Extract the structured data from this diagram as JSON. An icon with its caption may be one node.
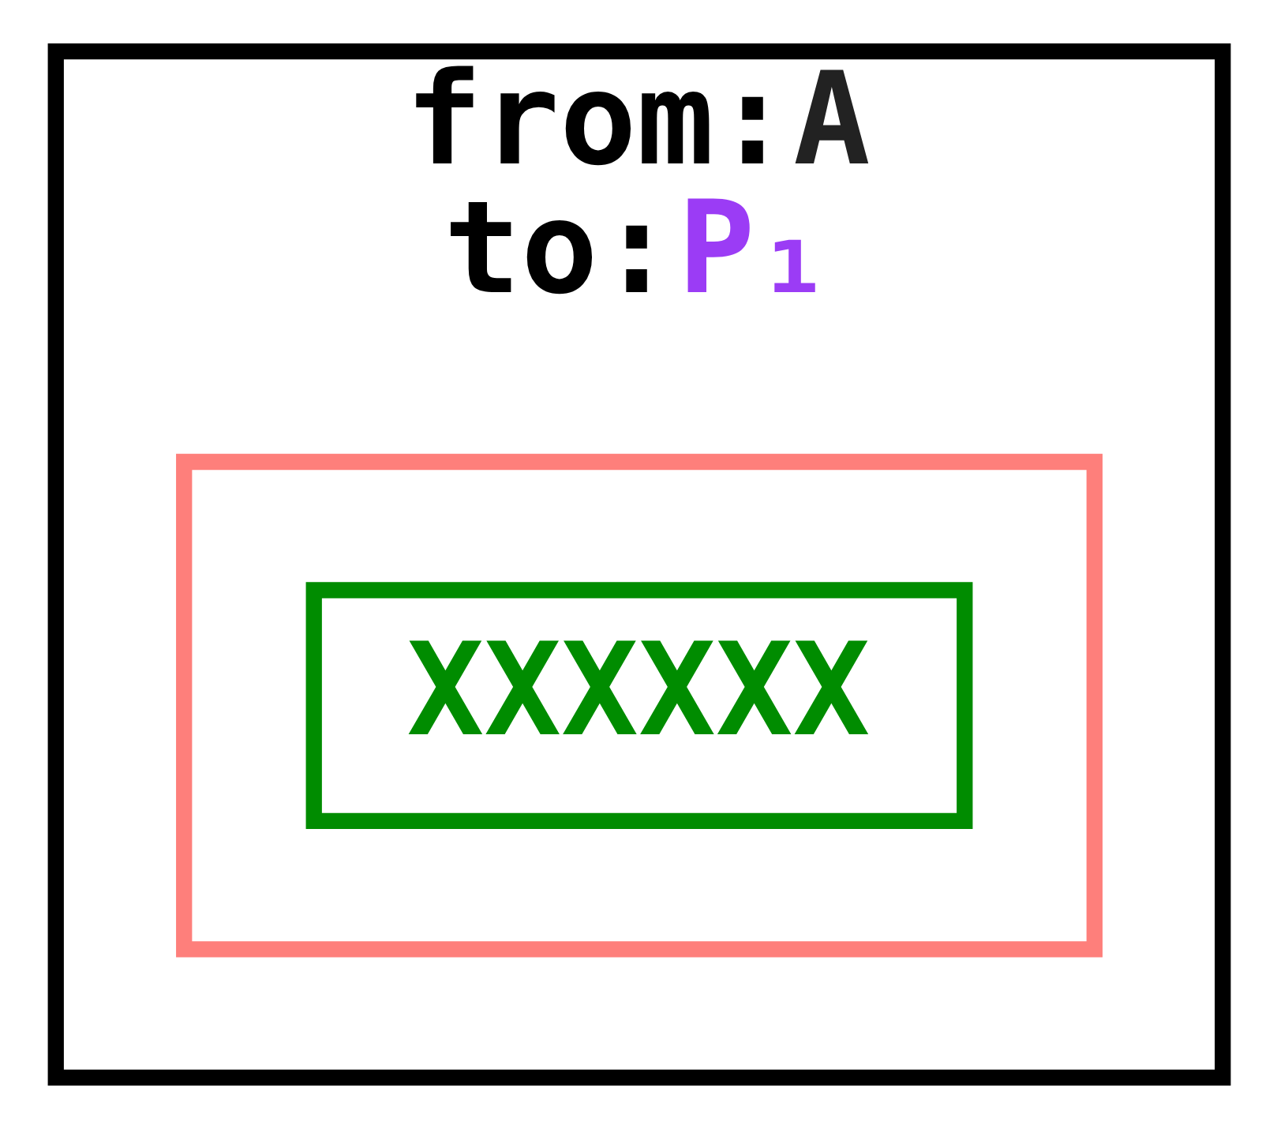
{
  "diagram": {
    "nodes": [
      {
        "text": [
          "from:A",
          "to:P₁"
        ]
      },
      {
        "text": [],
        "shape": "box",
        "in": 0
      },
      {
        "text": [
          "XXXXXX"
        ],
        "in": 1
      }
    ],
    "edges": []
  }
}
